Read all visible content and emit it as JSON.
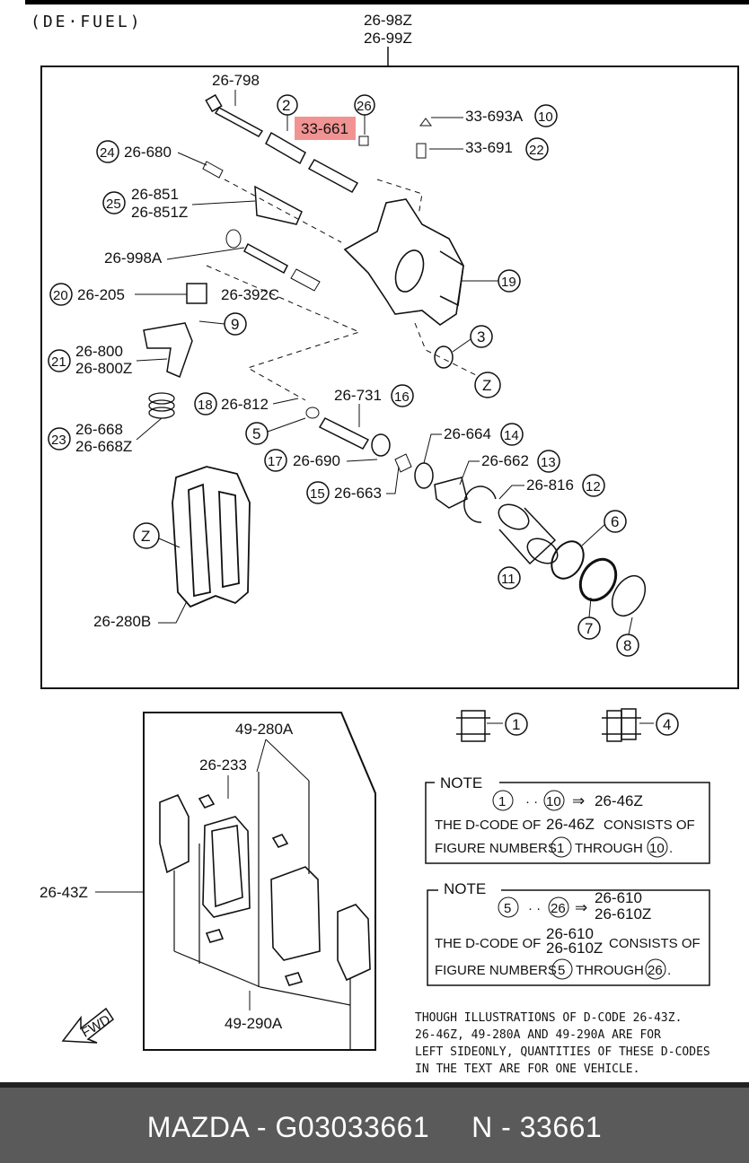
{
  "header": {
    "variant": "(DE·FUEL)"
  },
  "top_codes": [
    "26-98Z",
    "26-99Z"
  ],
  "highlight": {
    "code": "33-661",
    "color": "#f08080"
  },
  "callouts": {
    "c26_798": "26-798",
    "c26_680": "26-680",
    "c26_851": "26-851",
    "c26_851z": "26-851Z",
    "c26_998a": "26-998A",
    "c26_205": "26-205",
    "c26_392c": "26-392C",
    "c26_800": "26-800",
    "c26_800z": "26-800Z",
    "c26_812": "26-812",
    "c26_668": "26-668",
    "c26_668z": "26-668Z",
    "c26_731": "26-731",
    "c26_690": "26-690",
    "c26_663": "26-663",
    "c26_664": "26-664",
    "c26_662": "26-662",
    "c26_816": "26-816",
    "c33_693a": "33-693A",
    "c33_691": "33-691",
    "c26_280b": "26-280B",
    "c49_280a": "49-280A",
    "c26_233": "26-233",
    "c26_43z": "26-43Z",
    "c49_290a": "49-290A"
  },
  "numbers": {
    "n1": "1",
    "n2": "2",
    "n3": "3",
    "n4": "4",
    "n5": "5",
    "n6": "6",
    "n7": "7",
    "n8": "8",
    "n9": "9",
    "n10": "10",
    "n11": "11",
    "n12": "12",
    "n13": "13",
    "n14": "14",
    "n15": "15",
    "n16": "16",
    "n17": "17",
    "n18": "18",
    "n19": "19",
    "n20": "20",
    "n21": "21",
    "n22": "22",
    "n23": "23",
    "n24": "24",
    "n25": "25",
    "n26": "26",
    "z": "Z"
  },
  "note1": {
    "title": "NOTE",
    "range_from": "1",
    "range_to": "10",
    "arrow": "⇒",
    "code": "26-46Z",
    "line1_a": "THE D-CODE OF",
    "line1_code": "26-46Z",
    "line1_b": "CONSISTS OF",
    "line2_a": "FIGURE NUMBERS",
    "line2_b": "THROUGH",
    "dot": "."
  },
  "note2": {
    "title": "NOTE",
    "range_from": "5",
    "range_to": "26",
    "arrow": "⇒",
    "code_a": "26-610",
    "code_b": "26-610Z",
    "line1_a": "THE D-CODE OF",
    "line1_b": "CONSISTS OF",
    "line2_a": "FIGURE NUMBERS",
    "line2_b": "THROUGH",
    "dot": "."
  },
  "footnote": [
    "THOUGH ILLUSTRATIONS OF D-CODE 26-43Z.",
    "26-46Z, 49-280A AND 49-290A ARE FOR",
    "LEFT SIDEONLY, QUANTITIES OF THESE D-CODES",
    "IN THE TEXT ARE FOR ONE VEHICLE."
  ],
  "fwd": "FWD",
  "caption": "MAZDA - G03033661     N - 33661"
}
